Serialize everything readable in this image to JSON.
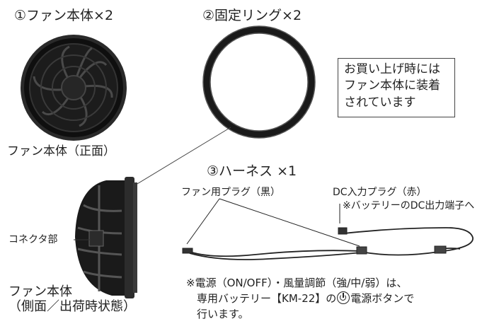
{
  "labels": {
    "fan_title": "①ファン本体×2",
    "ring_title": "②固定リング×2",
    "harness_title": "③ハーネス ×1",
    "fan_front": "ファン本体（正面）",
    "fan_side_line1": "ファン本体",
    "fan_side_line2": "（側面／出荷時状態）",
    "connector": "コネクタ部",
    "fan_plug": "ファン用プラグ（黒）",
    "dc_plug": "DC入力プラグ（赤）",
    "dc_note": "※バッテリーのDC出力端子へ"
  },
  "notice": {
    "line1": "お買い上げ時には",
    "line2": "ファン本体に装着",
    "line3": "されています"
  },
  "note": {
    "line1": "※電源（ON/OFF）・風量調節（強/中/弱）は、",
    "line2a": "専用バッテリー【KM-22】の",
    "power_icon": "power-symbol",
    "line2b": "電源ボタンで",
    "line3": "行います。"
  }
}
